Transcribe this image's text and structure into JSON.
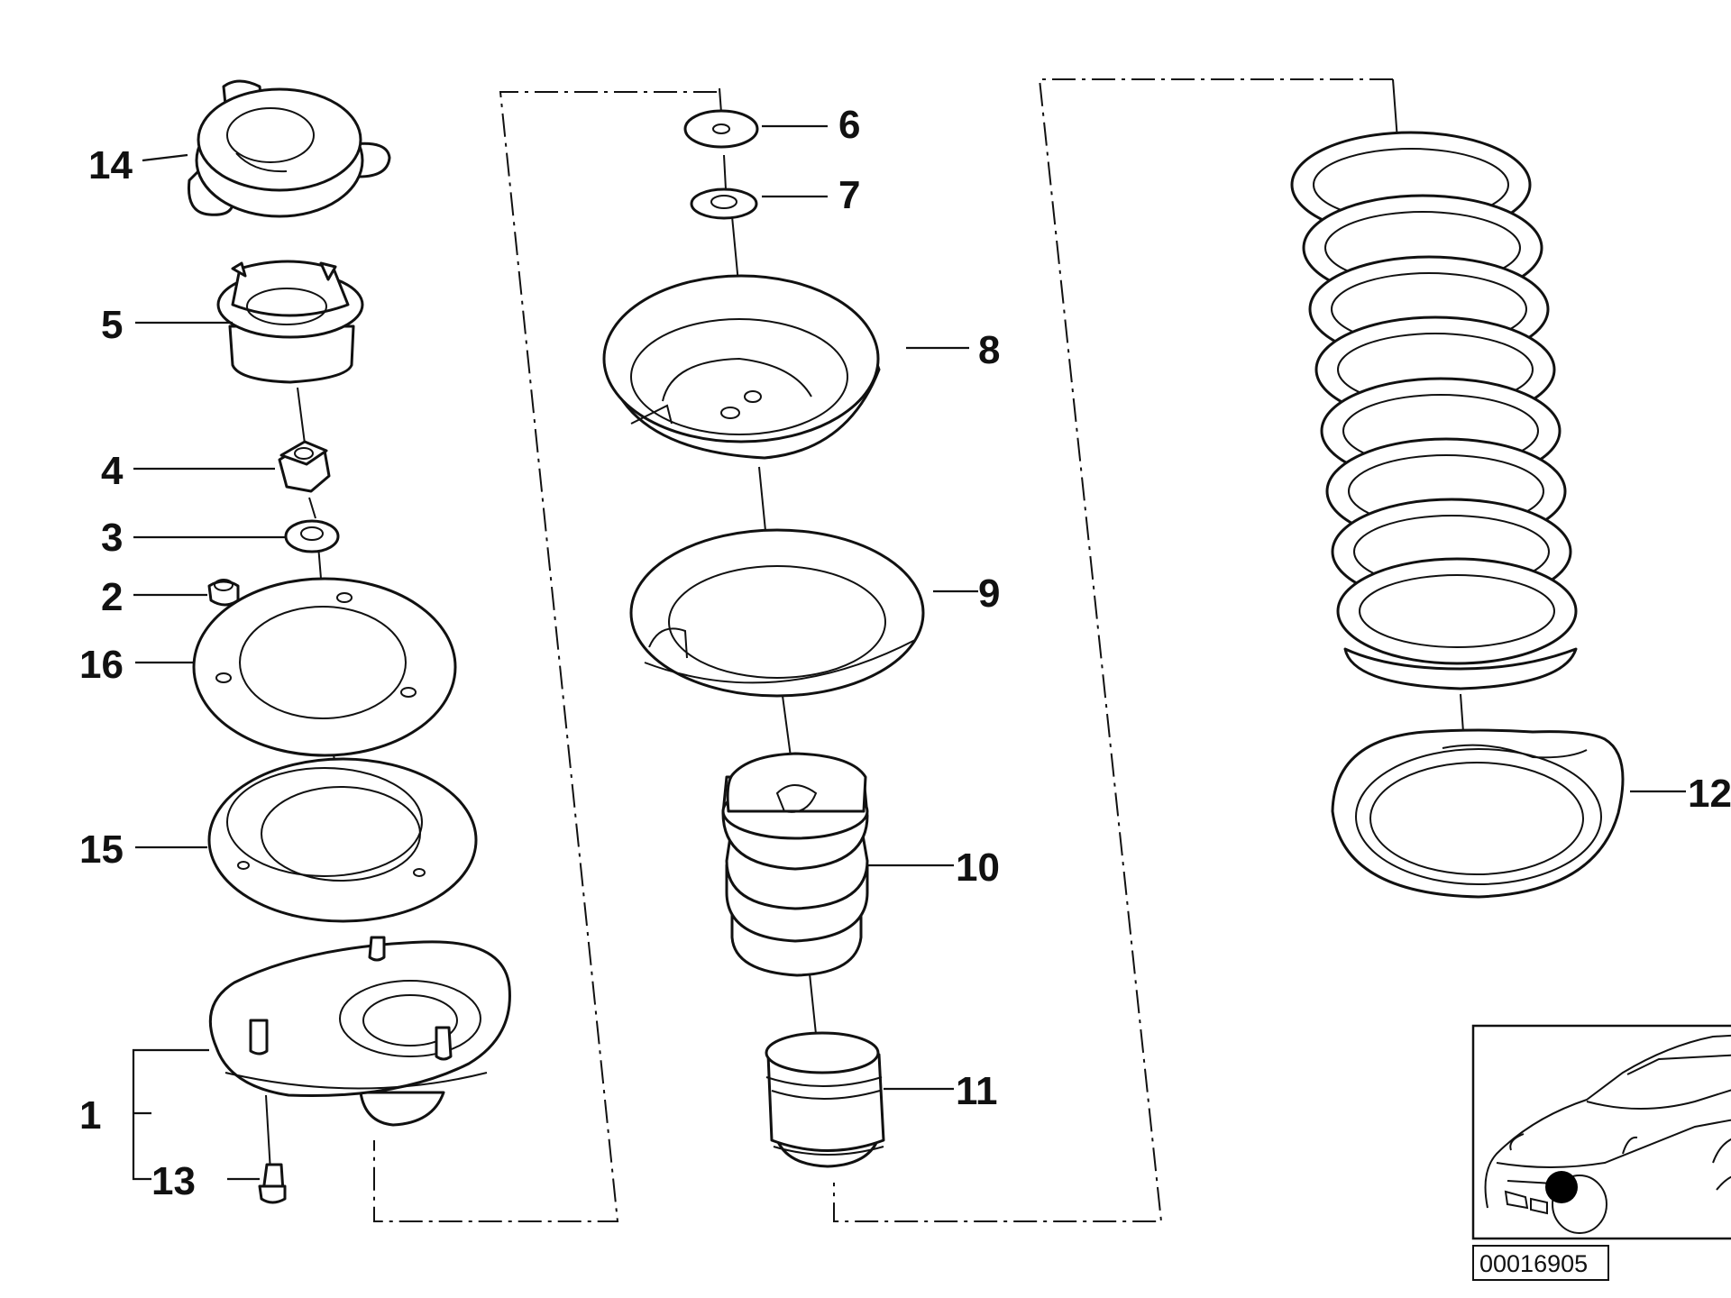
{
  "parts": [
    {
      "id": "p1",
      "label": "1"
    },
    {
      "id": "p2",
      "label": "2"
    },
    {
      "id": "p3",
      "label": "3"
    },
    {
      "id": "p4",
      "label": "4"
    },
    {
      "id": "p5",
      "label": "5"
    },
    {
      "id": "p6",
      "label": "6"
    },
    {
      "id": "p7",
      "label": "7"
    },
    {
      "id": "p8",
      "label": "8"
    },
    {
      "id": "p9",
      "label": "9"
    },
    {
      "id": "p10",
      "label": "10"
    },
    {
      "id": "p11",
      "label": "11"
    },
    {
      "id": "p12",
      "label": "12"
    },
    {
      "id": "p13",
      "label": "13"
    },
    {
      "id": "p14",
      "label": "14"
    },
    {
      "id": "p15",
      "label": "15"
    },
    {
      "id": "p16",
      "label": "16"
    }
  ],
  "reference_code": "00016905",
  "colors": {
    "line": "#111111",
    "background": "#ffffff",
    "marker": "#000000"
  }
}
